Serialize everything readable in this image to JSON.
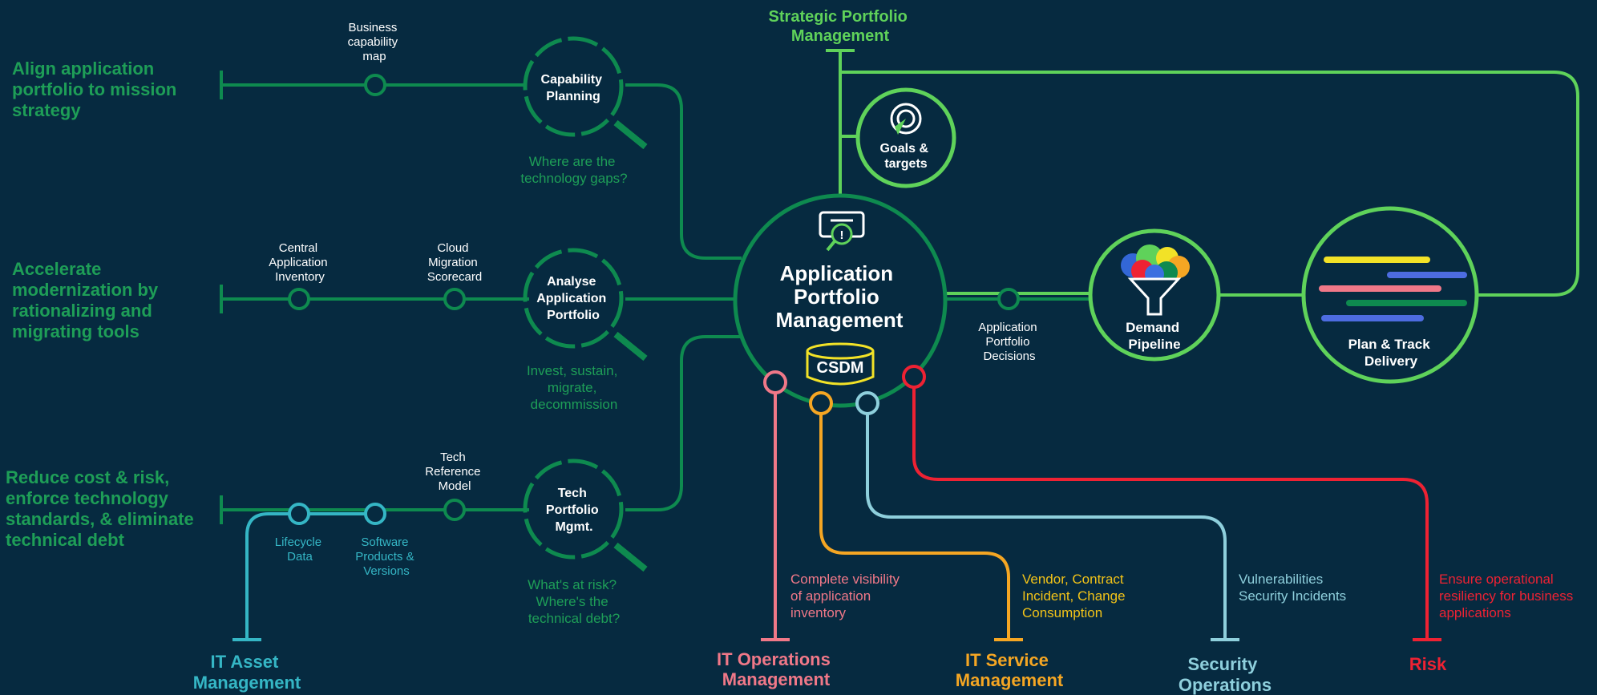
{
  "colors": {
    "background": "#062a40",
    "dark_green": "#0e8a4f",
    "light_green": "#5fd25a",
    "pink": "#f07888",
    "orange": "#f5a623",
    "light_blue": "#8ecfdc",
    "red": "#ee2233",
    "teal": "#35b6c5",
    "yellow": "#f2e227"
  },
  "top": {
    "title_line1": "Strategic Portfolio",
    "title_line2": "Management"
  },
  "goals": [
    {
      "lines": [
        "Align application",
        "portfolio to mission",
        "strategy"
      ]
    },
    {
      "lines": [
        "Accelerate",
        "modernization by",
        "rationalizing and",
        "migrating tools"
      ]
    },
    {
      "lines": [
        "Reduce cost & risk,",
        "enforce technology",
        "standards, & eliminate",
        "technical debt"
      ]
    }
  ],
  "milestones": {
    "business_capability_map": [
      "Business",
      "capability",
      "map"
    ],
    "central_app_inventory": [
      "Central",
      "Application",
      "Inventory"
    ],
    "cloud_migration_scorecard": [
      "Cloud",
      "Migration",
      "Scorecard"
    ],
    "tech_reference_model": [
      "Tech",
      "Reference",
      "Model"
    ],
    "lifecycle_data": [
      "Lifecycle",
      "Data"
    ],
    "software_products": [
      "Software",
      "Products &",
      "Versions"
    ]
  },
  "process_nodes": [
    {
      "lines": [
        "Capability",
        "Planning"
      ],
      "question": [
        "Where are the",
        "technology gaps?"
      ]
    },
    {
      "lines": [
        "Analyse",
        "Application",
        "Portfolio"
      ],
      "question": [
        "Invest, sustain,",
        "migrate,",
        "decommission"
      ]
    },
    {
      "lines": [
        "Tech",
        "Portfolio",
        "Mgmt."
      ],
      "question": [
        "What's at risk?",
        "Where's the",
        "technical debt?"
      ]
    }
  ],
  "center": {
    "lines": [
      "Application",
      "Portfolio",
      "Management"
    ],
    "db_label": "CSDM"
  },
  "goals_node": {
    "lines": [
      "Goals &",
      "targets"
    ]
  },
  "decisions": {
    "lines": [
      "Application",
      "Portfolio",
      "Decisions"
    ]
  },
  "demand": {
    "lines": [
      "Demand",
      "Pipeline"
    ]
  },
  "delivery": {
    "lines": [
      "Plan & Track",
      "Delivery"
    ]
  },
  "bottom": {
    "it_asset": [
      "IT Asset",
      "Management"
    ],
    "it_ops": {
      "title": [
        "IT Operations",
        "Management"
      ],
      "desc": [
        "Complete visibility",
        "of application",
        "inventory"
      ]
    },
    "it_service": {
      "title": [
        "IT Service",
        "Management"
      ],
      "desc": [
        "Vendor, Contract",
        "Incident, Change",
        "Consumption"
      ]
    },
    "sec_ops": {
      "title": [
        "Security",
        "Operations"
      ],
      "desc": [
        "Vulnerabilities",
        "Security Incidents"
      ]
    },
    "risk": {
      "title": [
        "Risk"
      ],
      "desc": [
        "Ensure operational",
        "resiliency for business",
        "applications"
      ]
    }
  }
}
